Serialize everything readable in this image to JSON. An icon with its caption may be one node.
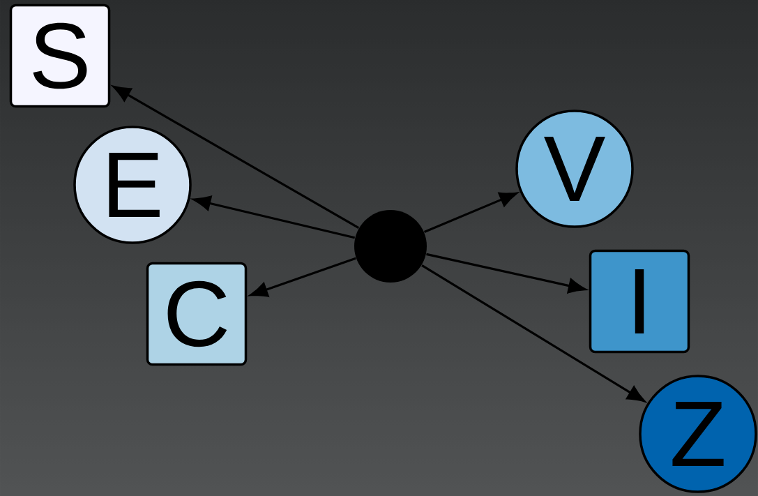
{
  "diagram": {
    "nodes": [
      {
        "text": [
          "S"
        ]
      },
      {
        "text": [
          "E"
        ]
      },
      {
        "text": [
          "C"
        ]
      },
      {
        "text": [],
        "shape": "circle"
      },
      {
        "text": [
          "V"
        ]
      },
      {
        "text": [
          "I"
        ]
      },
      {
        "text": [
          "Z"
        ]
      }
    ],
    "edges": [
      {
        "from": 3,
        "to": 0,
        "arrow": "to"
      },
      {
        "from": 3,
        "to": 1,
        "arrow": "to"
      },
      {
        "from": 3,
        "to": 2,
        "arrow": "to"
      },
      {
        "from": 3,
        "to": 4,
        "arrow": "to"
      },
      {
        "from": 3,
        "to": 5,
        "arrow": "to"
      },
      {
        "from": 3,
        "to": 6,
        "arrow": "to"
      }
    ]
  }
}
